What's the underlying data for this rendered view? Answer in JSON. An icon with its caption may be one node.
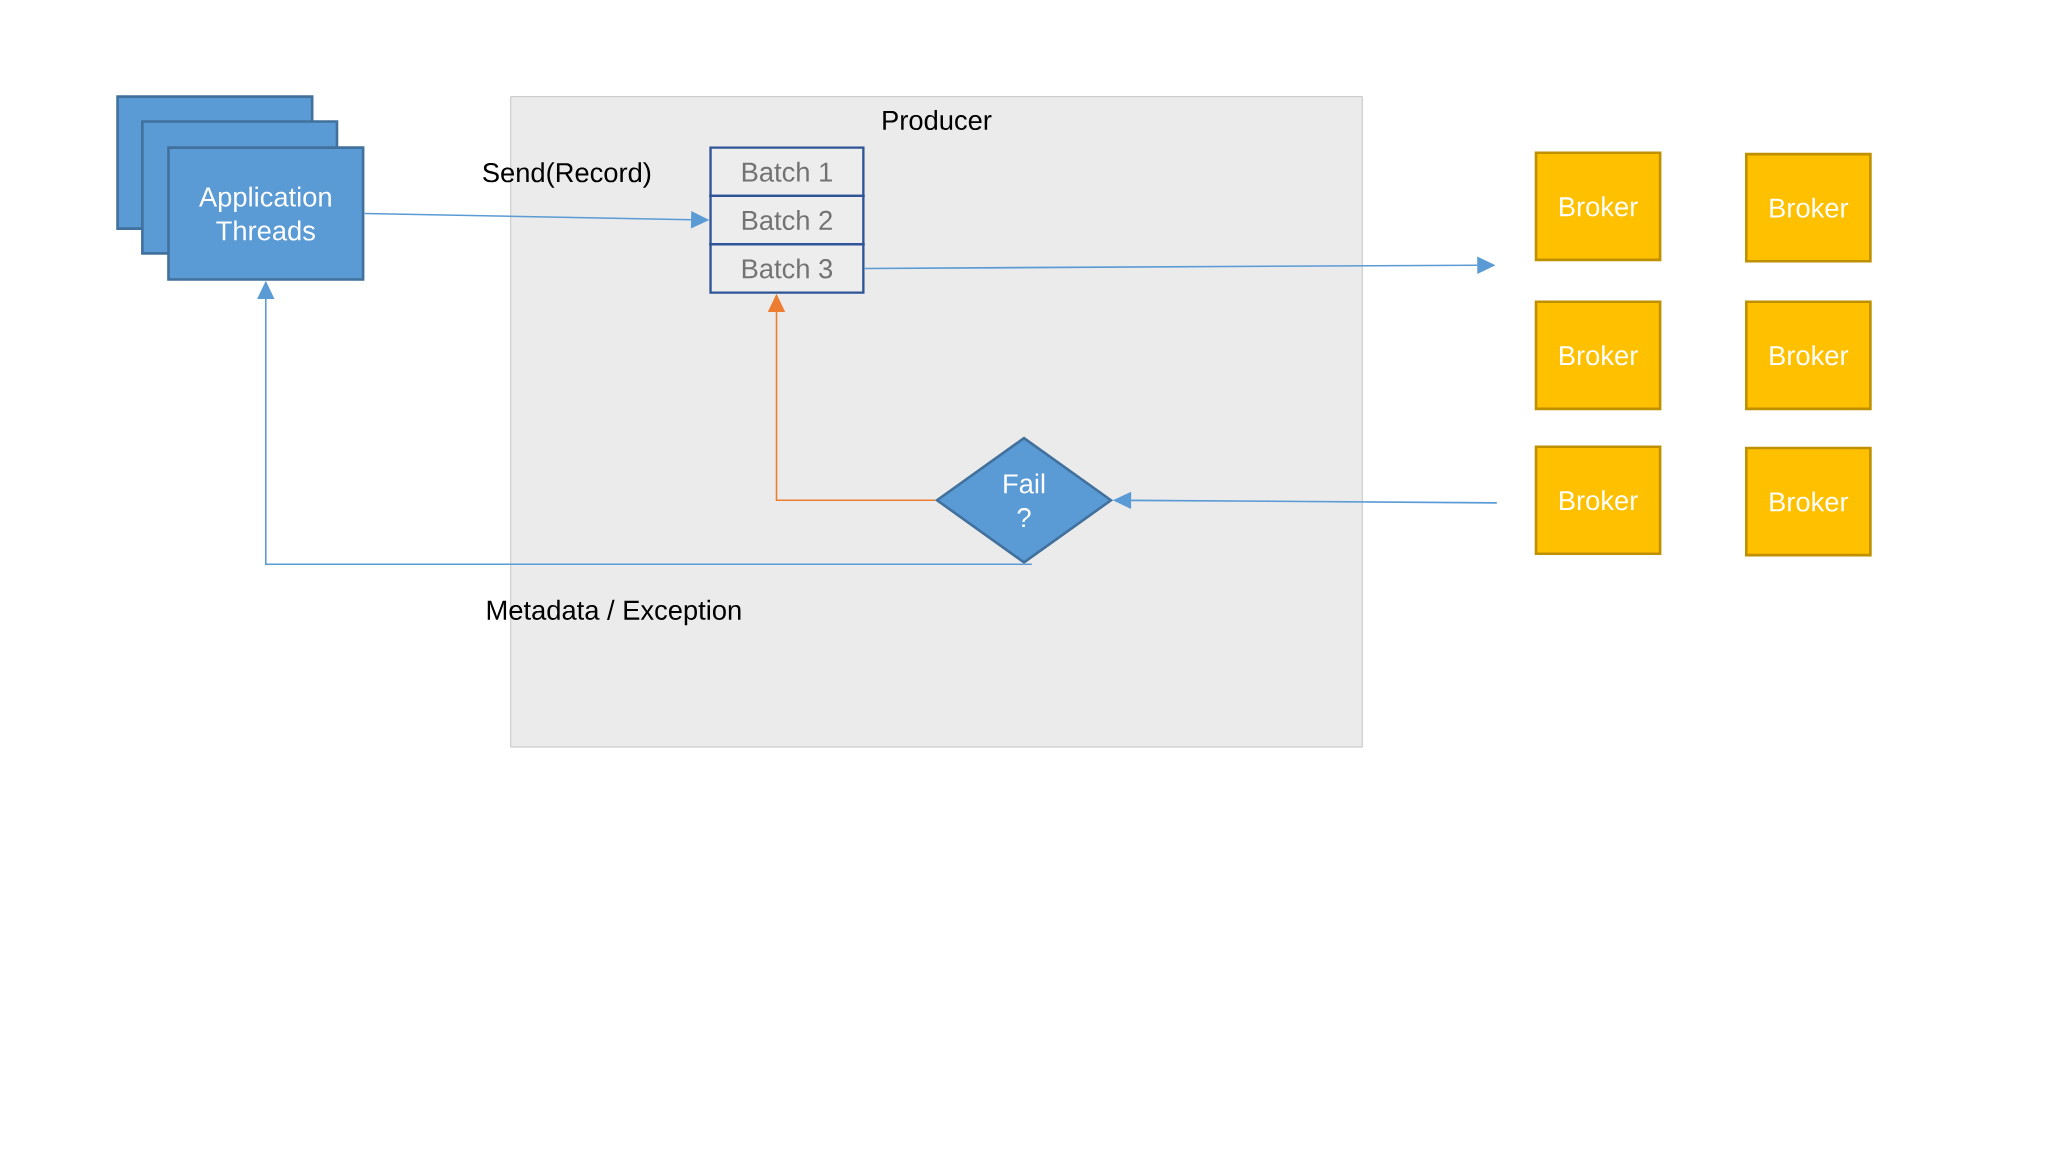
{
  "diagram": {
    "nodes": [
      {
        "text": [
          "Producer"
        ]
      },
      {
        "text": [
          "Application Threads"
        ]
      },
      {
        "text": [
          "Batch 1"
        ],
        "in": 0
      },
      {
        "text": [
          "Batch 2"
        ],
        "in": 0
      },
      {
        "text": [
          "Batch 3"
        ],
        "in": 0
      },
      {
        "text": [
          "Fail ?"
        ],
        "in": 0
      },
      {
        "text": [
          "Broker"
        ]
      },
      {
        "text": [
          "Broker"
        ]
      },
      {
        "text": [
          "Broker"
        ]
      },
      {
        "text": [
          "Broker"
        ]
      },
      {
        "text": [
          "Broker"
        ]
      },
      {
        "text": [
          "Broker"
        ]
      }
    ],
    "edges": [
      {
        "from": 1,
        "to": 3,
        "arrow": "to",
        "label": "Send(Record)"
      },
      {
        "from": 4,
        "to": null,
        "arrow": "to"
      },
      {
        "from": null,
        "to": 5,
        "arrow": "to"
      },
      {
        "from": 5,
        "to": 4,
        "arrow": "to",
        "color": "#ed7d31"
      },
      {
        "from": 5,
        "to": 1,
        "arrow": "to",
        "label": "Metadata / Exception"
      }
    ]
  }
}
